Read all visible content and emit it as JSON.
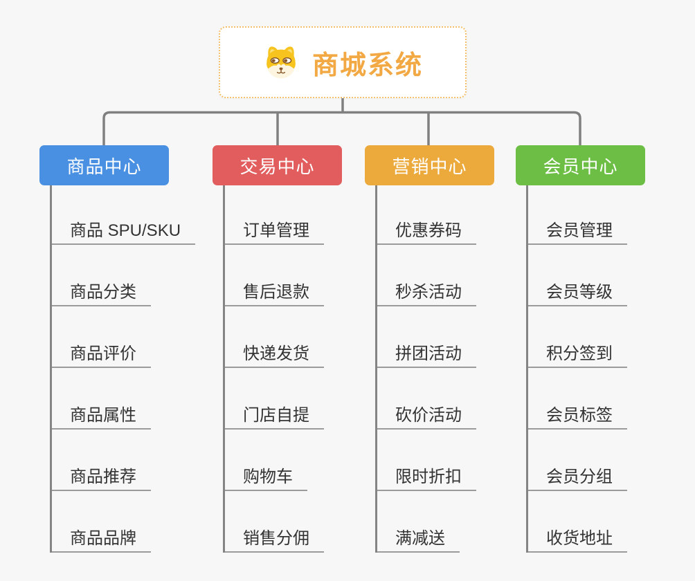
{
  "page": {
    "background_color": "#f7f7f7",
    "connector_color": "#808080"
  },
  "root": {
    "label": "商城系统",
    "icon": "dog-face-icon",
    "text_color": "#f2a843",
    "border_color": "#f3bf6a",
    "background_color": "#ffffff"
  },
  "item_style": {
    "text_color": "#333333",
    "underline_color": "#9b9b9b",
    "spine_color": "#848484"
  },
  "branches": [
    {
      "label": "商品中心",
      "color": "#4a90e2",
      "items": [
        "商品 SPU/SKU",
        "商品分类",
        "商品评价",
        "商品属性",
        "商品推荐",
        "商品品牌"
      ]
    },
    {
      "label": "交易中心",
      "color": "#e25d5d",
      "items": [
        "订单管理",
        "售后退款",
        "快递发货",
        "门店自提",
        "购物车",
        "销售分佣"
      ]
    },
    {
      "label": "营销中心",
      "color": "#ecaa3d",
      "items": [
        "优惠券码",
        "秒杀活动",
        "拼团活动",
        "砍价活动",
        "限时折扣",
        "满减送"
      ]
    },
    {
      "label": "会员中心",
      "color": "#6dbe45",
      "items": [
        "会员管理",
        "会员等级",
        "积分签到",
        "会员标签",
        "会员分组",
        "收货地址"
      ]
    }
  ]
}
